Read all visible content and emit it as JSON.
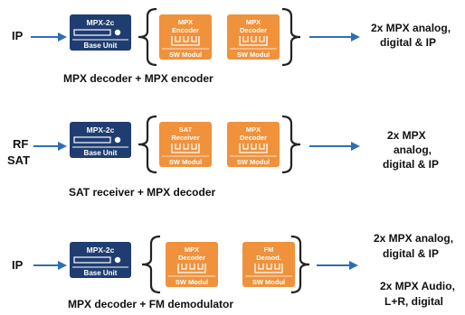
{
  "colors": {
    "base_unit": "#1f3d70",
    "module": "#f0923c",
    "arrow": "#2e6fb3",
    "text": "#111111",
    "white": "#ffffff"
  },
  "rows": [
    {
      "inputs": [
        "IP"
      ],
      "unit": {
        "model": "MPX-2c",
        "label": "Base Unit"
      },
      "modules": [
        {
          "title": [
            "MPX",
            "Encoder"
          ],
          "label": "SW Modul"
        },
        {
          "title": [
            "MPX",
            "Decoder"
          ],
          "label": "SW Modul"
        }
      ],
      "caption": "MPX decoder + MPX encoder",
      "outputs": [
        "2x MPX analog,",
        "digital & IP"
      ]
    },
    {
      "inputs": [
        "RF",
        "SAT"
      ],
      "unit": {
        "model": "MPX-2c",
        "label": "Base Unit"
      },
      "modules": [
        {
          "title": [
            "SAT",
            "Receiver"
          ],
          "label": "SW Modul"
        },
        {
          "title": [
            "MPX",
            "Decoder"
          ],
          "label": "SW Modul"
        }
      ],
      "caption": "SAT receiver + MPX decoder",
      "outputs": [
        "2x MPX",
        "analog,",
        "digital & IP"
      ]
    },
    {
      "inputs": [
        "IP"
      ],
      "unit": {
        "model": "MPX-2c",
        "label": "Base Unit"
      },
      "modules": [
        {
          "title": [
            "MPX",
            "Decoder"
          ],
          "label": "SW Modul"
        },
        {
          "title": [
            "FM",
            "Demod."
          ],
          "label": "SW Modul"
        }
      ],
      "caption": "MPX decoder + FM demodulator",
      "outputs": [
        "2x MPX analog,",
        "digital & IP"
      ],
      "outputs_extra": [
        "2x MPX Audio,",
        "L+R, digital"
      ]
    }
  ]
}
